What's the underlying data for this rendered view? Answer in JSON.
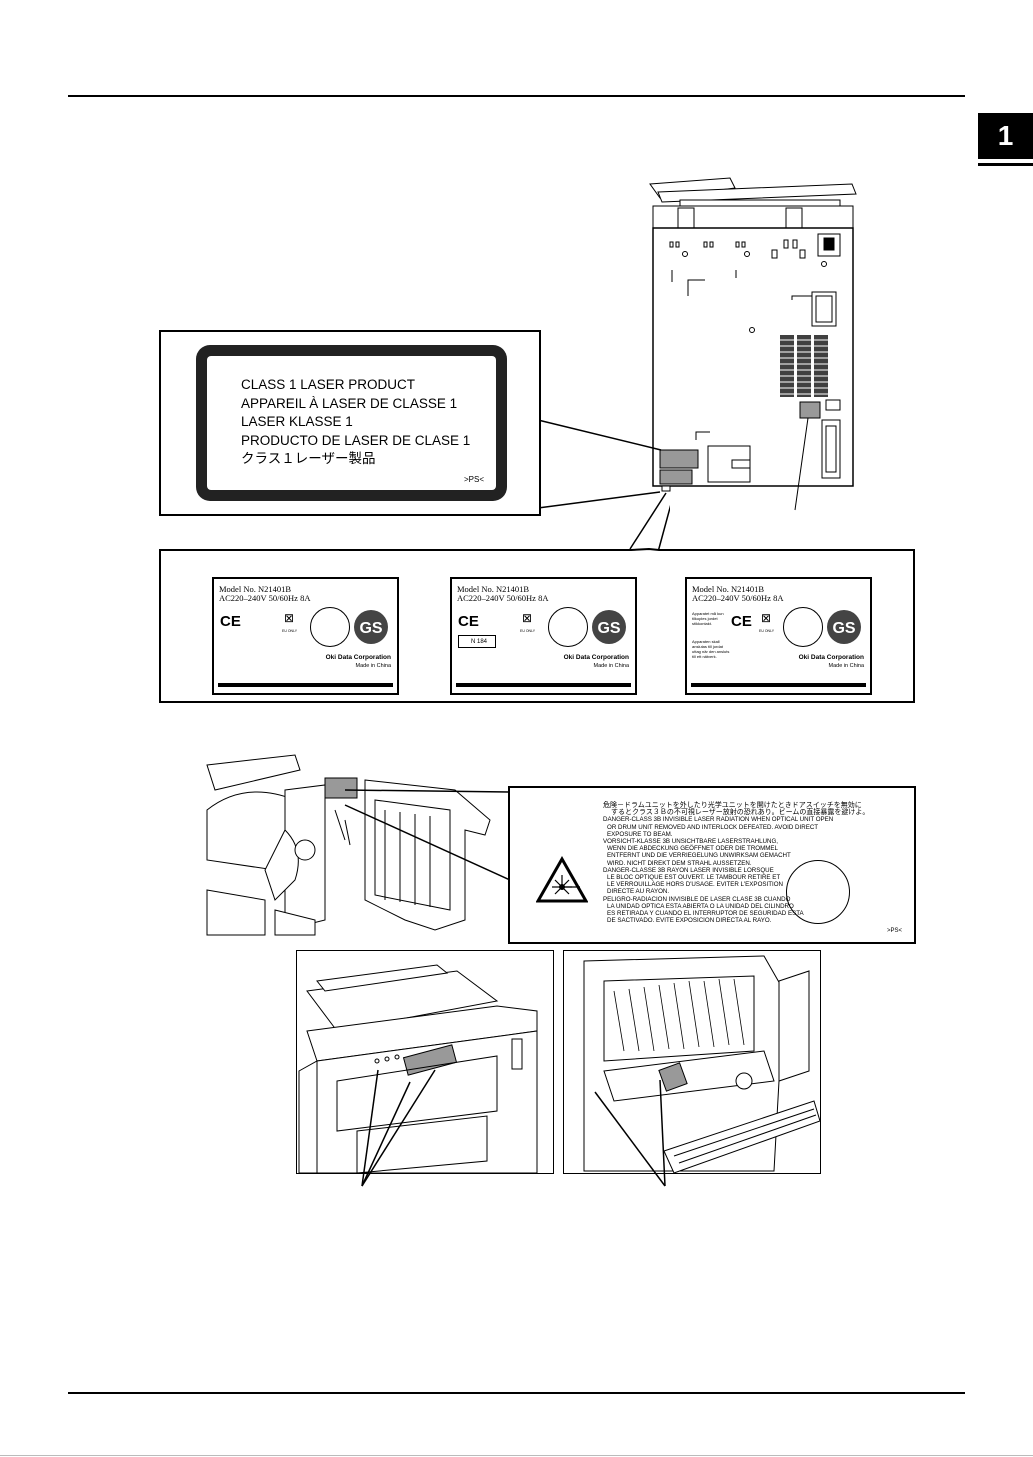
{
  "page": {
    "chapter_number": "1"
  },
  "laser_label": {
    "lines": [
      "CLASS 1 LASER PRODUCT",
      "APPAREIL À LASER DE CLASSE 1",
      "LASER KLASSE 1",
      "PRODUCTO DE LASER DE CLASE 1",
      "クラス１レーザー製品"
    ],
    "code": ">PS<"
  },
  "rating_labels": [
    {
      "model": "Model No.  N21401B",
      "voltage": "AC220–240V  50/60Hz  8A",
      "ce": "CE",
      "eu_only": "EU ONLY",
      "company": "Oki Data Corporation",
      "origin": "Made in China"
    },
    {
      "model": "Model No.  N21401B",
      "voltage": "AC220–240V  50/60Hz  8A",
      "ce": "CE",
      "c_tick": "N 184",
      "eu_only": "EU ONLY",
      "company": "Oki Data Corporation",
      "origin": "Made in China"
    },
    {
      "model": "Model No.  N21401B",
      "voltage": "AC220–240V  50/60Hz  8A",
      "ce": "CE",
      "nordic_top": "Apparatet må kun tilkoples jordet stikkontakt.",
      "nordic_bottom": "Apparaten skall anslutas till jordat uttag när den ansluts till ett nätverk.",
      "eu_only": "EU ONLY",
      "company": "Oki Data Corporation",
      "origin": "Made in China"
    }
  ],
  "danger_label": {
    "jp_line1": "危険－ドラムユニットを外したり光学ユニットを開けたときドアスイッチを無効に",
    "jp_line2": "するとクラス３Ｂの不可視レーザー放射の恐れあり。ビームの直接暴露を避けよ。",
    "en": [
      "DANGER-CLASS 3B INVISIBLE LASER RADIATION WHEN OPTICAL UNIT OPEN",
      "OR DRUM UNIT  REMOVED AND INTERLOCK DEFEATED. AVOID DIRECT",
      "EXPOSURE TO BEAM."
    ],
    "de": [
      "VORSICHT-KLASSE 3B UNSICHTBARE  LASERSTRAHLUNG,",
      "WENN DIE ABDECKUNG GEÖFFNET ODER DIE TROMMEL",
      "ENTFERNT UND DIE VERRIEGELUNG UNWIRKSAM GEMACHT",
      "WIRD. NICHT DIREKT DEM STRAHL AUSSETZEN."
    ],
    "fr": [
      "DANGER-CLASSE 3B RAYON LASER INVISIBLE LORSQUE",
      "LE BLOC OPTIQUE EST OUVERT. LE TAMBOUR RETIRE ET",
      "LE VERROUILLAGE HORS D'USAGE. EVITER L'EXPOSITION",
      "DIRECTE AU RAYON."
    ],
    "es": [
      "PELIGRO-RADIACION INVISIBLE DE LASER CLASE 3B CUANDO",
      "LA UNIDAD OPTICA ESTA ABIERTA O LA UNIDAD DEL CILINDRO",
      "ES RETIRADA Y CUANDO EL INTERRUPTOR DE SEGURIDAD ESTA",
      "DE SACTIVADO. EVITE EXPOSICION DIRECTA AL RAYO."
    ],
    "code": ">PS<"
  }
}
